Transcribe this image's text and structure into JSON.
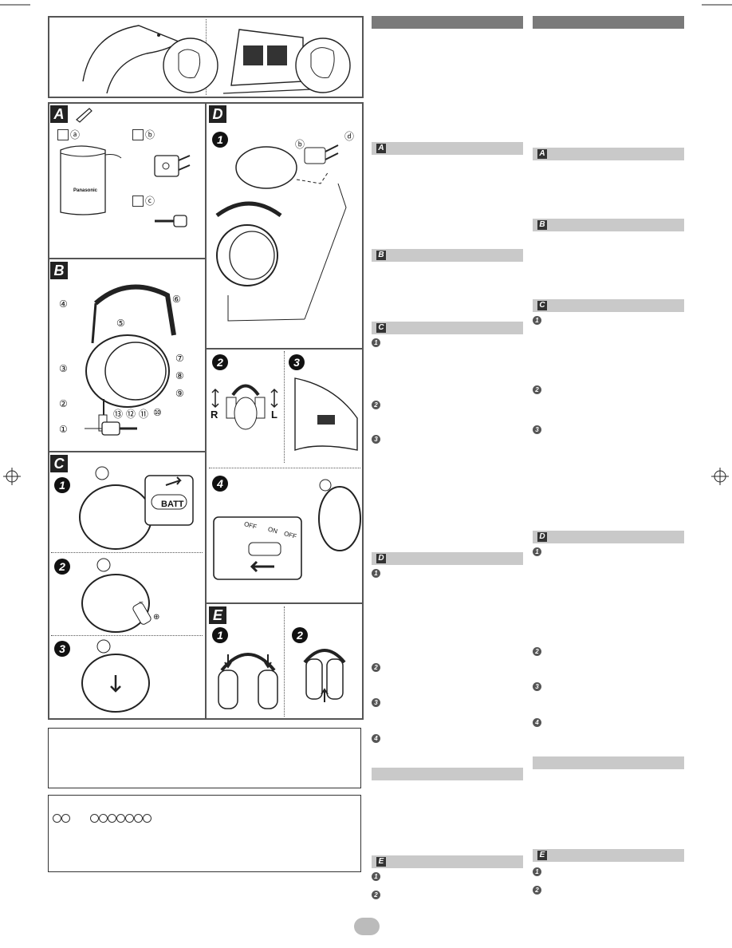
{
  "illustration": {
    "brand_logo": "Panasonic",
    "switch_batt": "BATT",
    "label_r": "R",
    "label_l": "L",
    "switch_off": "OFF",
    "switch_on": "ON",
    "switch_off2": "OFF",
    "minus_sign": "−",
    "plus_sign": "⊕"
  },
  "figure_letters": {
    "a": "A",
    "b": "B",
    "c": "C",
    "d": "D",
    "e": "E"
  },
  "callouts": {
    "acc_a": "ⓐ",
    "acc_b": "ⓑ",
    "acc_c": "ⓒ",
    "d_b": "ⓑ",
    "d_d": "ⓓ",
    "n1": "①",
    "n2": "②",
    "n3": "③",
    "n4": "④",
    "n5": "⑤",
    "n6": "⑥",
    "n7": "⑦",
    "n8": "⑧",
    "n9": "⑨",
    "n10": "⑩",
    "n11": "⑪",
    "n12": "⑫",
    "n13": "⑬"
  },
  "steps": {
    "s1": "1",
    "s2": "2",
    "s3": "3",
    "s4": "4"
  },
  "section_tags": {
    "a": "A",
    "b": "B",
    "c": "C",
    "d": "D",
    "e": "E"
  },
  "colors": {
    "header_dark": "#7a7a7a",
    "header_light": "#c9c9c9",
    "frame": "#555555",
    "text": "#111111"
  }
}
